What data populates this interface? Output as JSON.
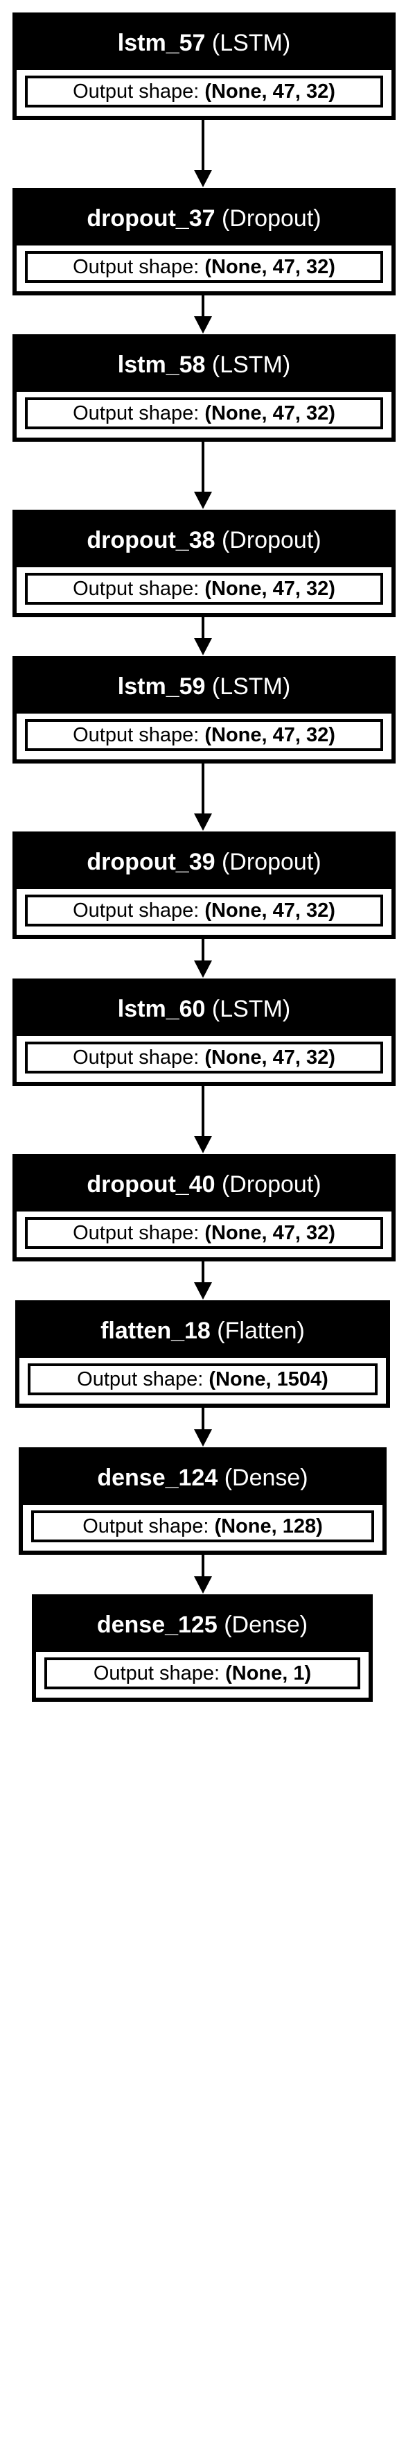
{
  "diagram": {
    "shape_label": "Output shape:",
    "layers": [
      {
        "name": "lstm_57",
        "type": "(LSTM)",
        "shape": "(None, 47, 32)"
      },
      {
        "name": "dropout_37",
        "type": "(Dropout)",
        "shape": "(None, 47, 32)"
      },
      {
        "name": "lstm_58",
        "type": "(LSTM)",
        "shape": "(None, 47, 32)"
      },
      {
        "name": "dropout_38",
        "type": "(Dropout)",
        "shape": "(None, 47, 32)"
      },
      {
        "name": "lstm_59",
        "type": "(LSTM)",
        "shape": "(None, 47, 32)"
      },
      {
        "name": "dropout_39",
        "type": "(Dropout)",
        "shape": "(None, 47, 32)"
      },
      {
        "name": "lstm_60",
        "type": "(LSTM)",
        "shape": "(None, 47, 32)"
      },
      {
        "name": "dropout_40",
        "type": "(Dropout)",
        "shape": "(None, 47, 32)"
      },
      {
        "name": "flatten_18",
        "type": "(Flatten)",
        "shape": "(None, 1504)"
      },
      {
        "name": "dense_124",
        "type": "(Dense)",
        "shape": "(None, 128)"
      },
      {
        "name": "dense_125",
        "type": "(Dense)",
        "shape": "(None, 1)"
      }
    ]
  }
}
